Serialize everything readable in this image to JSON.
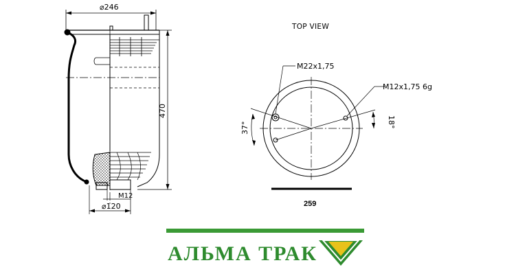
{
  "drawing": {
    "side_view": {
      "dim_top_diameter": "⌀246",
      "dim_height": "470",
      "dim_thread_bottom": "M12",
      "dim_bottom_diameter": "⌀120"
    },
    "top_view": {
      "title": "TOP VIEW",
      "thread_large": "M22x1,75",
      "thread_small": "M12x1,75  6g",
      "angle_left": "37°",
      "angle_right": "18°"
    },
    "part_number": "259"
  },
  "brand": {
    "name": "АЛЬМА ТРАК",
    "color_text": "#2e8b2e",
    "color_bar": "#3a9a35",
    "color_logo_outer": "#2e8b2e",
    "color_logo_inner": "#e8c21a"
  }
}
